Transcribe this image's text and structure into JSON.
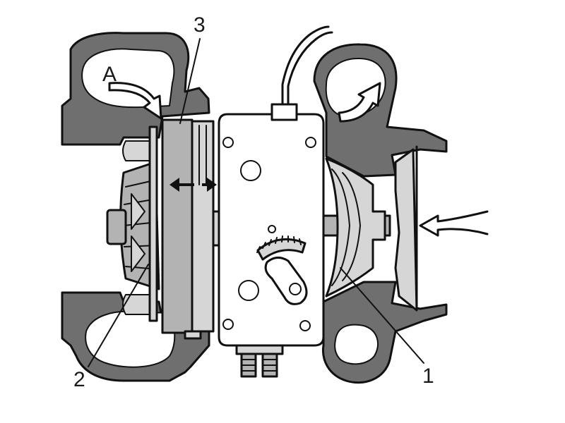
{
  "labels": {
    "a": "A",
    "one": "1",
    "two": "2",
    "three": "3"
  },
  "colors": {
    "ink": "#111111",
    "housing": "#6f6f6f",
    "interior": "#ffffff"
  }
}
